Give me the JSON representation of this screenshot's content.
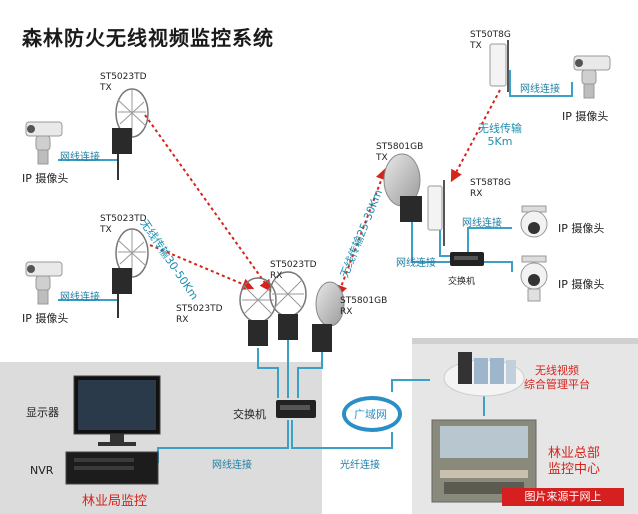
{
  "title": "森林防火无线视频监控系统",
  "devices": {
    "tx1": [
      "ST5023TD",
      "TX"
    ],
    "tx2": [
      "ST5023TD",
      "TX"
    ],
    "rx_right": [
      "ST5023TD",
      "RX"
    ],
    "rx_left": [
      "ST5023TD",
      "RX"
    ],
    "gb_tx": [
      "ST5801GB",
      "TX"
    ],
    "gb_rx": [
      "ST5801GB",
      "RX"
    ],
    "t8g_tx": [
      "ST50T8G",
      "TX"
    ],
    "t8g_rx": [
      "ST58T8G",
      "RX"
    ]
  },
  "labels": {
    "ip_camera": "IP 摄像头",
    "lan": "网线连接",
    "fiber": "光纤连接",
    "switch": "交换机",
    "wan": "广域网",
    "monitor": "显示器",
    "nvr": "NVR",
    "bureau": "林业局监控",
    "platform": [
      "无线视频",
      "综合管理平台"
    ],
    "hq": [
      "林业总部",
      "监控中心"
    ],
    "wireless_30_50": "无线传输30-50Km",
    "wireless_25_30": "无线传输25-30Km",
    "wireless_5km": [
      "无线传输",
      "5Km"
    ],
    "watermark": "图片来源于网上"
  },
  "colors": {
    "lan_line": "#3aa0c8",
    "wireless_arrow": "#d8231c",
    "bureau_bg": "#dcdcdc",
    "wan_bubble": "#2b8fc7"
  }
}
